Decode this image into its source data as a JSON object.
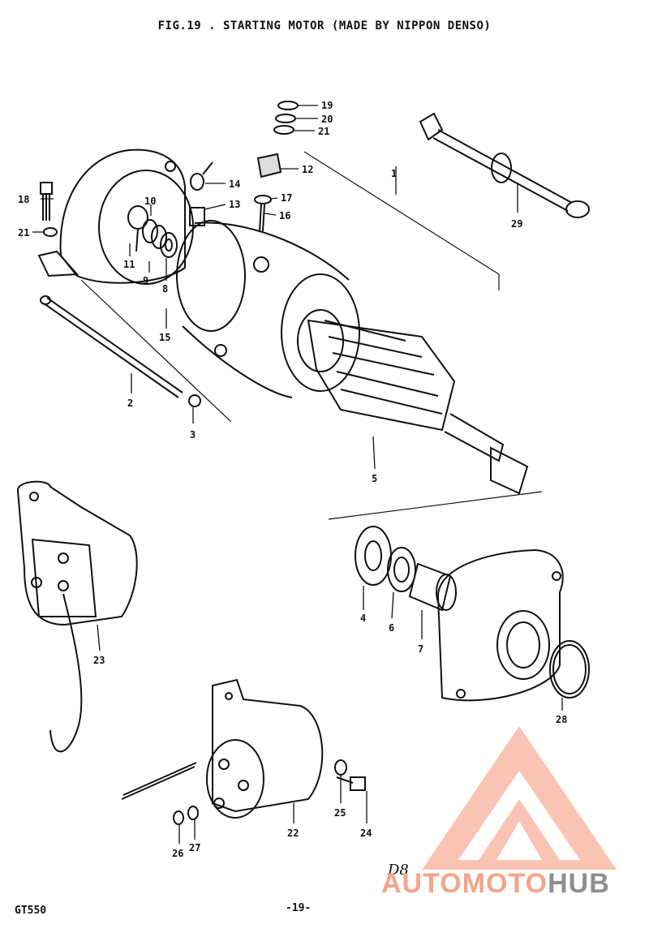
{
  "title": "FIG.19 . STARTING MOTOR (MADE BY NIPPON DENSO)",
  "footer": {
    "model": "GT550",
    "page": "-19-",
    "mark": "D8"
  },
  "watermark": {
    "part1": "AUTO",
    "part2": "MOTO",
    "part3": "HUB",
    "color_accent": "#f4a58a",
    "color_grey": "#8f8f8f"
  },
  "callouts": {
    "c1": "1",
    "c2": "2",
    "c3": "3",
    "c4": "4",
    "c5": "5",
    "c6": "6",
    "c7": "7",
    "c8": "8",
    "c9": "9",
    "c10": "10",
    "c11": "11",
    "c12": "12",
    "c13": "13",
    "c14": "14",
    "c15": "15",
    "c16": "16",
    "c17": "17",
    "c18": "18",
    "c19": "19",
    "c20": "20",
    "c21a": "21",
    "c21b": "21",
    "c22": "22",
    "c23": "23",
    "c24": "24",
    "c25": "25",
    "c26": "26",
    "c27": "27",
    "c28": "28",
    "c29": "29"
  }
}
